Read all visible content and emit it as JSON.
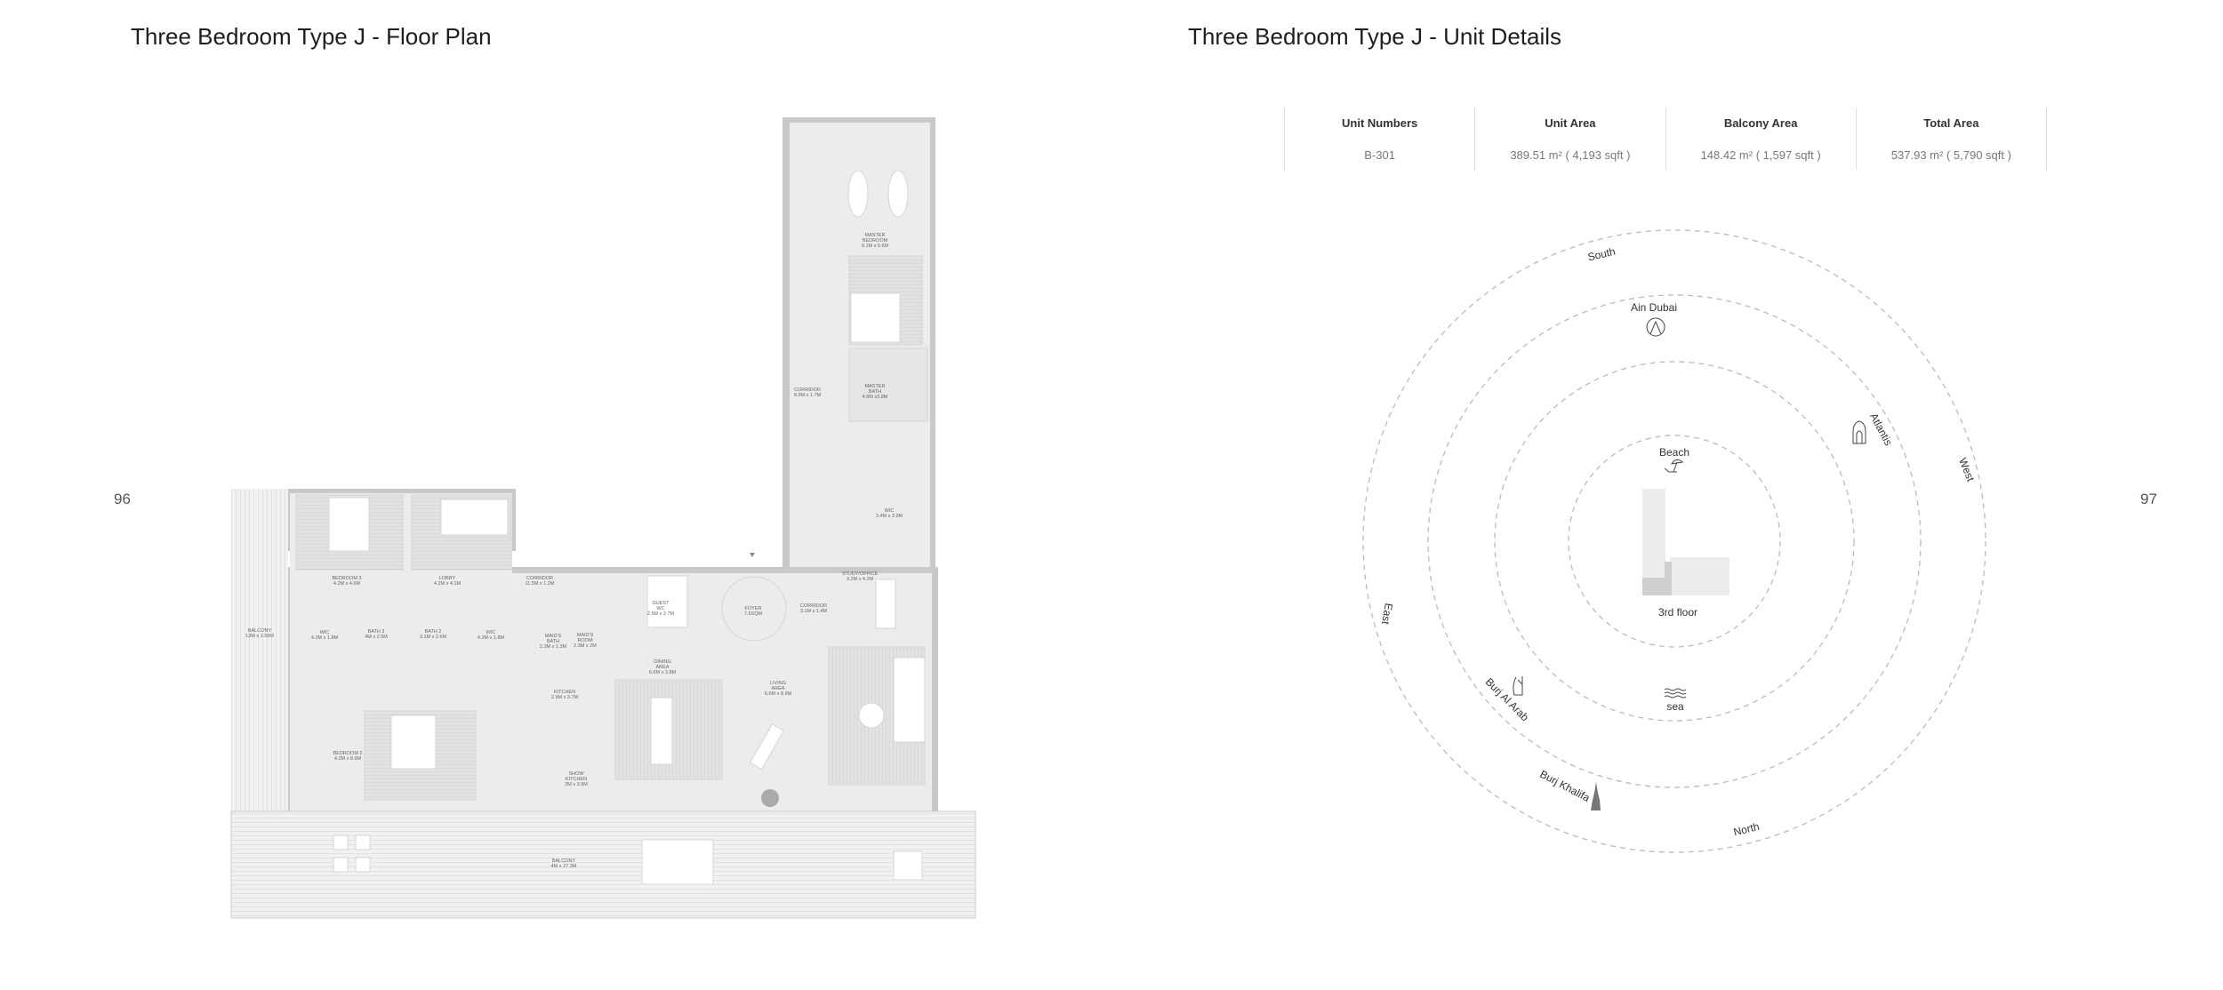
{
  "left_page": {
    "title": "Three Bedroom Type J - Floor Plan",
    "page_number": "96",
    "rooms": {
      "master_bedroom": [
        "MASTER",
        "BEDROOM",
        "9.1M x 5.6M"
      ],
      "corridor_a": [
        "CORRIDOR",
        "8.9M x 1.7M"
      ],
      "master_bath": [
        "MASTER",
        "BATH",
        "4.5M x3.8M"
      ],
      "wic_master": [
        "WIC",
        "3.4M x 3.9M"
      ],
      "study": [
        "STUDY/OFFICE",
        "3.2M x 4.2M"
      ],
      "corridor_b": [
        "CORRIDOR",
        "3.1M x 1.4M"
      ],
      "foyer": [
        "FOYER",
        "7.5SQM"
      ],
      "guest_wc": [
        "GUEST",
        "WC",
        "2.5M x 2.7M"
      ],
      "corridor_c": [
        "CORRIDOR",
        "11.5M x 1.2M"
      ],
      "lobby": [
        "LOBBY",
        "4.2M x 4.1M"
      ],
      "bedroom_3": [
        "BEDROOM 3",
        "4.2M x 4.6M"
      ],
      "wic_left": [
        "WIC",
        "4.2M x 1.8M"
      ],
      "bath_3": [
        "BATH 3",
        "4M x 2.5M"
      ],
      "bath_2": [
        "BATH 2",
        "3.1M x 2.6M"
      ],
      "wic_right": [
        "WIC",
        "4.2M x 1.8M"
      ],
      "maids_bath": [
        "MAID'S",
        "BATH",
        "2.3M x 1.3M"
      ],
      "maids_room": [
        "MAID'S",
        "ROOM",
        "2.3M x 2M"
      ],
      "dining": [
        "DINING",
        "AREA",
        "6.6M x 3.8M"
      ],
      "living": [
        "LIVING",
        "AREA",
        "6.6M x 8.9M"
      ],
      "kitchen": [
        "KITCHEN",
        "2.9M x 3.7M"
      ],
      "show_kitchen": [
        "SHOW",
        "KITCHEN",
        "3M x 3.9M"
      ],
      "bedroom_2": [
        "BEDROOM 2",
        "4.2M x 8.9M"
      ],
      "balcony_side": [
        "BALCONY",
        "13M x 1.65M"
      ],
      "balcony_main": [
        "BALCONY",
        "4M x 27.3M"
      ]
    }
  },
  "right_page": {
    "title": "Three Bedroom Type J - Unit Details",
    "page_number": "97",
    "table": {
      "headers": [
        "Unit Numbers",
        "Unit Area",
        "Balcony Area",
        "Total Area"
      ],
      "values": [
        "B-301",
        "389.51 m² ( 4,193 sqft )",
        "148.42 m² ( 1,597 sqft )",
        "537.93 m² ( 5,790 sqft )"
      ]
    },
    "orientation": {
      "directions": {
        "south": "South",
        "west": "West",
        "east": "East",
        "north": "North"
      },
      "landmarks": {
        "ain_dubai": "Ain Dubai",
        "atlantis": "Atlantis",
        "beach": "Beach",
        "sea": "sea",
        "burj_al_arab": "Burj Al Arab",
        "burj_khalifa": "Burj Khalifa"
      },
      "floor_label": "3rd floor"
    }
  }
}
